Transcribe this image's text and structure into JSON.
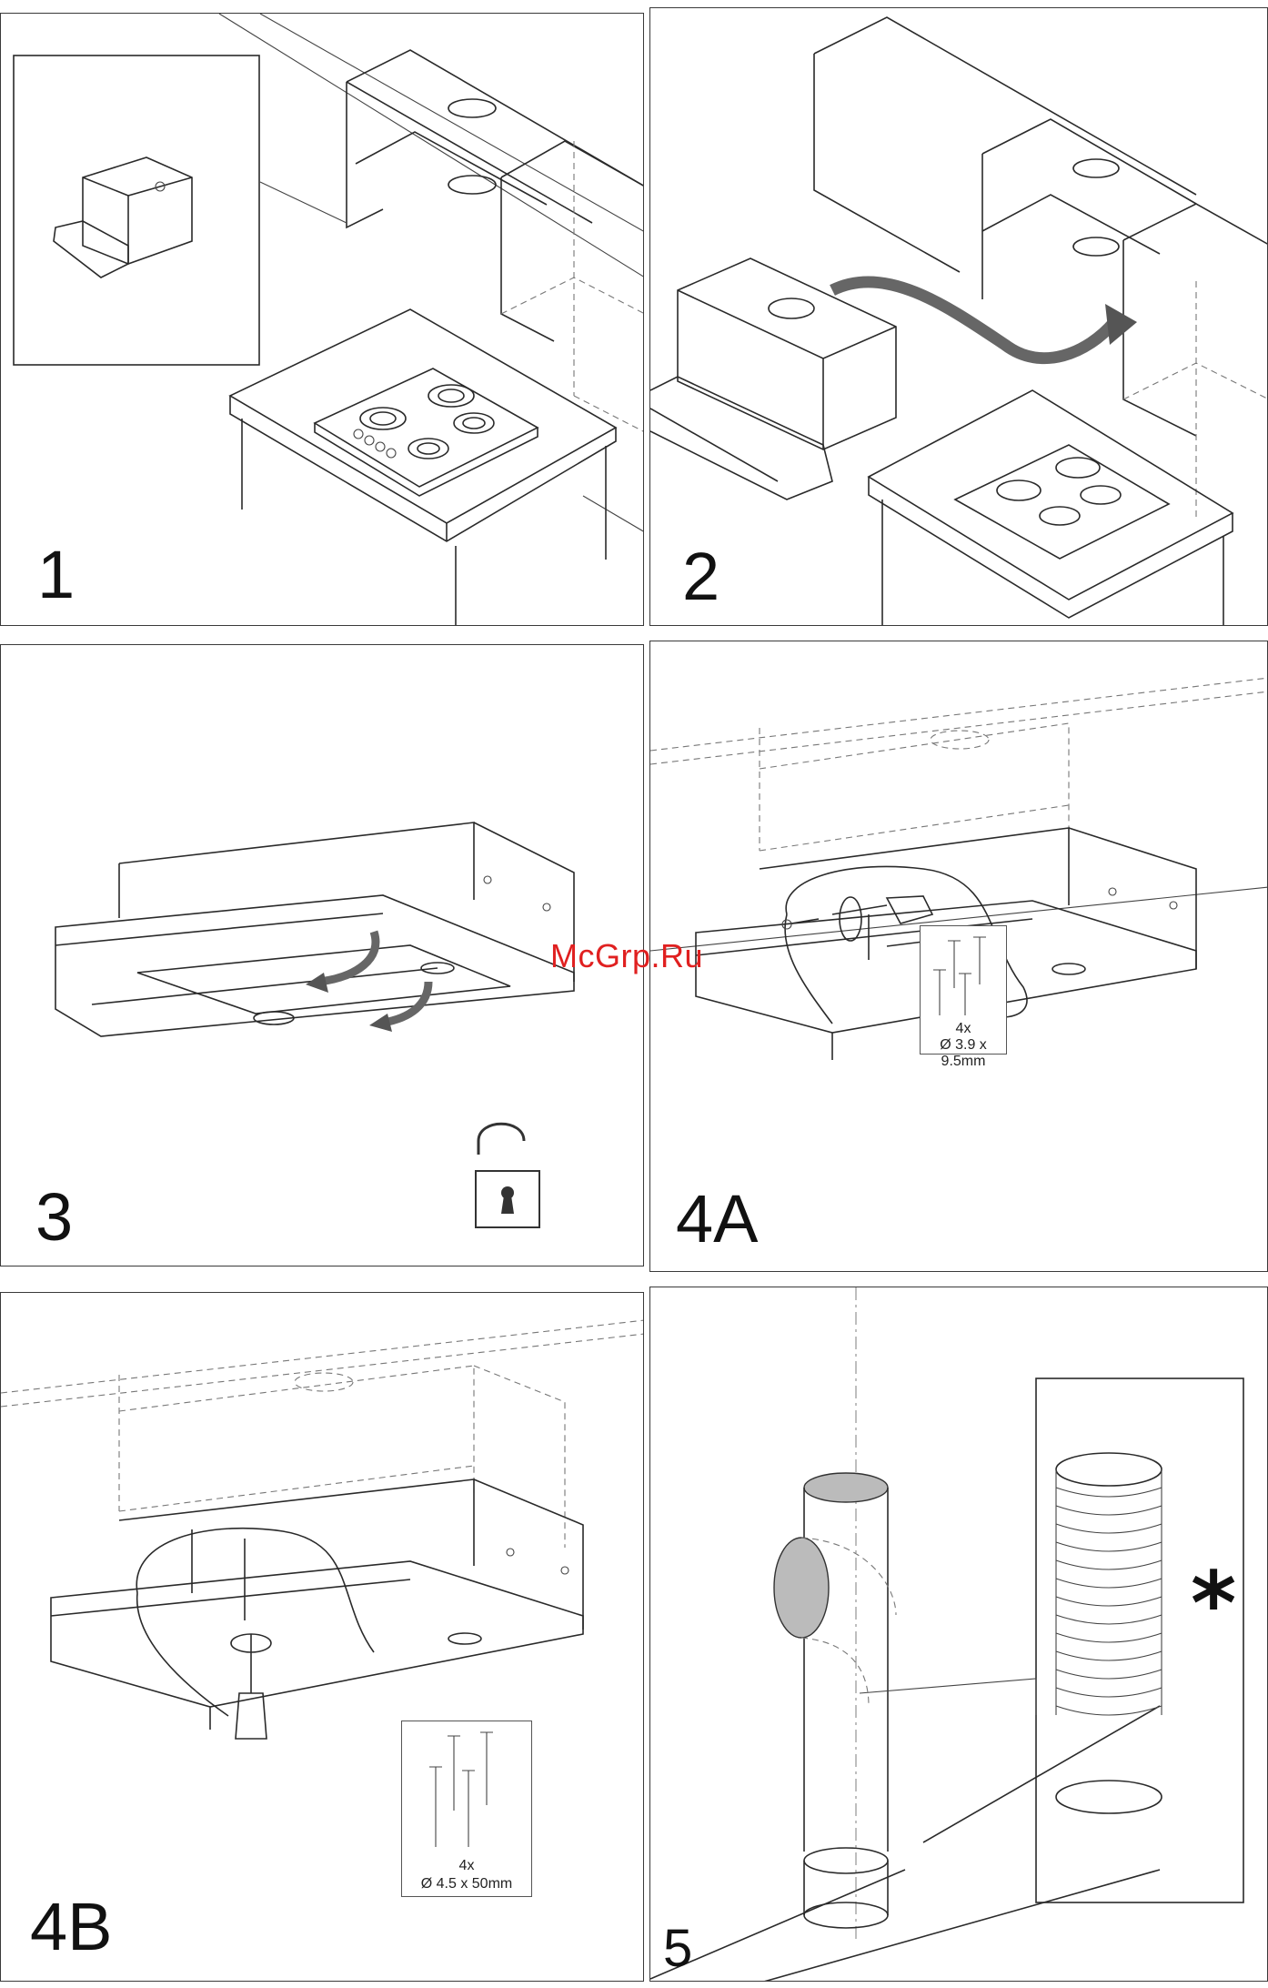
{
  "watermark": "McGrp.Ru",
  "steps": [
    {
      "label": "1"
    },
    {
      "label": "2"
    },
    {
      "label": "3"
    },
    {
      "label": "4A",
      "screw_qty": "4x",
      "screw_size": "Ø 3.9 x 9.5mm"
    },
    {
      "label": "4B",
      "screw_qty": "4x",
      "screw_size": "Ø 4.5 x 50mm"
    },
    {
      "label": "5",
      "note": "*"
    }
  ],
  "icons": {
    "step3": "unlock-padlock-icon",
    "step2": "direction-arrow-icon",
    "step4": "rotate-screwdriver-icon"
  }
}
